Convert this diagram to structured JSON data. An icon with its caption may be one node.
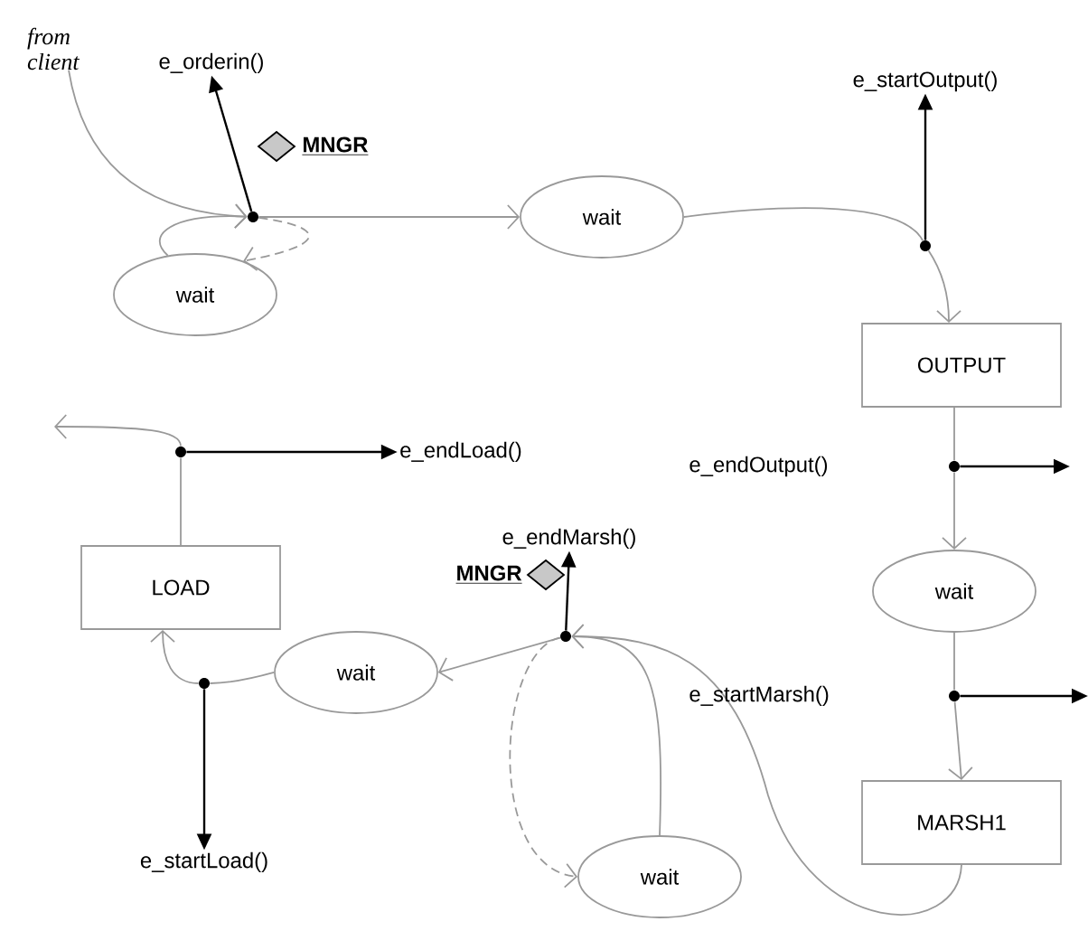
{
  "diagram": {
    "nodes": [
      {
        "text": [
          "from client"
        ]
      },
      {
        "text": [],
        "shape": "circle"
      },
      {
        "text": [
          "e_orderin()"
        ]
      },
      {
        "text": [
          "wait"
        ]
      },
      {
        "text": [
          "wait"
        ]
      },
      {
        "text": [],
        "shape": "circle"
      },
      {
        "text": [
          "e_startOutput()"
        ]
      },
      {
        "text": [
          "OUTPUT"
        ]
      },
      {
        "text": [],
        "shape": "circle"
      },
      {
        "text": [
          "wait"
        ]
      },
      {
        "text": [],
        "shape": "circle"
      },
      {
        "text": [
          "MARSH1"
        ]
      },
      {
        "text": [],
        "shape": "circle"
      },
      {
        "text": [
          "e_endMarsh()"
        ]
      },
      {
        "text": [
          "wait"
        ]
      },
      {
        "text": [
          "wait"
        ]
      },
      {
        "text": [],
        "shape": "circle"
      },
      {
        "text": [
          "LOAD"
        ]
      },
      {
        "text": [
          "e_startLoad()"
        ]
      },
      {
        "text": [],
        "shape": "circle"
      },
      {
        "text": [
          "e_endLoad()"
        ]
      }
    ],
    "edges": [
      {
        "from": 0,
        "to": 1,
        "arrow": "to"
      },
      {
        "from": 1,
        "to": 2,
        "arrow": "to",
        "color": "#000000"
      },
      {
        "from": 1,
        "to": 3,
        "arrow": "to"
      },
      {
        "from": 4,
        "to": 1,
        "arrow": "to"
      },
      {
        "from": 1,
        "to": 4,
        "arrow": "to",
        "style": "dashed"
      },
      {
        "from": 3,
        "to": 5,
        "arrow": "none"
      },
      {
        "from": 5,
        "to": 6,
        "arrow": "to",
        "color": "#000000"
      },
      {
        "from": 5,
        "to": 7,
        "arrow": "to"
      },
      {
        "from": 7,
        "to": 8,
        "arrow": "none"
      },
      {
        "from": 8,
        "to": null,
        "arrow": "to",
        "color": "#000000"
      },
      {
        "from": 8,
        "to": 9,
        "arrow": "to"
      },
      {
        "from": 9,
        "to": 10,
        "arrow": "none"
      },
      {
        "from": 10,
        "to": null,
        "arrow": "to",
        "color": "#000000"
      },
      {
        "from": 10,
        "to": 11,
        "arrow": "to"
      },
      {
        "from": 11,
        "to": 12,
        "arrow": "to"
      },
      {
        "from": 12,
        "to": 13,
        "arrow": "to",
        "color": "#000000"
      },
      {
        "from": 12,
        "to": 14,
        "arrow": "to"
      },
      {
        "from": 15,
        "to": 12,
        "arrow": "to"
      },
      {
        "from": 12,
        "to": 15,
        "arrow": "to",
        "style": "dashed"
      },
      {
        "from": 14,
        "to": 16,
        "arrow": "none"
      },
      {
        "from": 16,
        "to": 18,
        "arrow": "to",
        "color": "#000000"
      },
      {
        "from": 16,
        "to": 17,
        "arrow": "to"
      },
      {
        "from": 17,
        "to": 19,
        "arrow": "none"
      },
      {
        "from": 19,
        "to": 20,
        "arrow": "to",
        "color": "#000000"
      },
      {
        "from": 19,
        "to": null,
        "arrow": "to"
      }
    ],
    "labels": [
      "MNGR",
      "e_endOutput()",
      "e_startMarsh()",
      "MNGR"
    ]
  }
}
